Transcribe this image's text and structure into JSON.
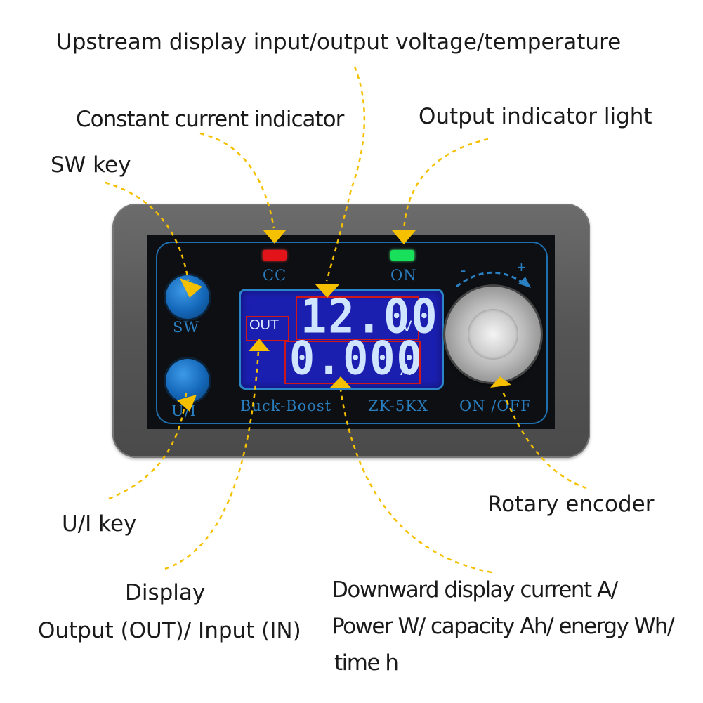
{
  "callouts": {
    "upstream": "Upstream display input/output voltage/temperature",
    "constant_current": "Constant current indicator",
    "output_indicator": "Output indicator light",
    "sw_key": "SW key",
    "rotary_encoder": "Rotary encoder",
    "ui_key": "U/I key",
    "display_line1": "Display",
    "display_line2": "Output (OUT)/ Input (IN)",
    "downward_line1": "Downward display current A/",
    "downward_line2": "Power W/ capacity Ah/ energy Wh/",
    "downward_line3": "time h"
  },
  "device": {
    "led_cc_label": "CC",
    "led_on_label": "ON",
    "sw_label": "SW",
    "ui_label": "U/I",
    "model_left": "Buck-Boost",
    "model_right": "ZK-5KX",
    "encoder_label": "ON /OFF",
    "encoder_minus": "-",
    "encoder_plus": "+"
  },
  "lcd": {
    "mode": "OUT",
    "voltage": "12.00",
    "voltage_unit": "V",
    "current": "0.000",
    "current_unit": "A"
  },
  "colors": {
    "arrow": "#f5c000",
    "led_cc": "#e2141a",
    "led_on": "#18e05a",
    "lcd_background": "#1b1fb0",
    "highlight_box": "#d01818",
    "button": "#1467b8"
  }
}
